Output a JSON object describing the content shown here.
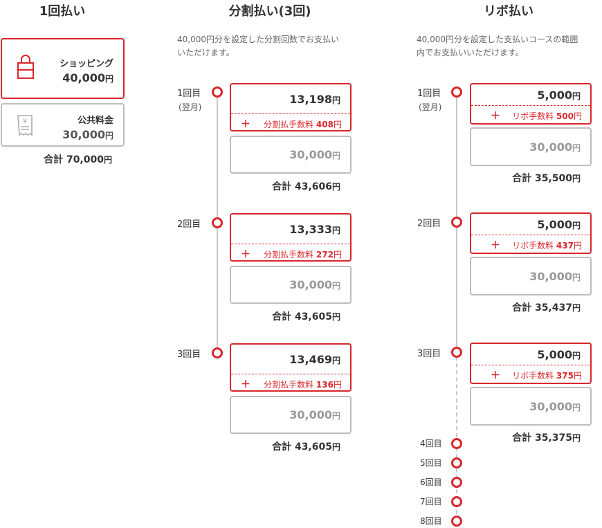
{
  "headers": {
    "col1": "1回払い",
    "col2": "分割払い(3回)",
    "col3": "リボ払い"
  },
  "yen": "円",
  "lump": {
    "shopping": {
      "label": "ショッピング",
      "amount": "40,000",
      "icon": "shopping-bag-icon"
    },
    "utility": {
      "label": "公共料金",
      "amount": "30,000",
      "icon": "yen-receipt-icon"
    },
    "total_label": "合計",
    "total": "70,000"
  },
  "installment": {
    "description_line1": "40,000円分を設定した分割回数でお支払い",
    "description_line2": "いただけます。",
    "fee_label": "分割払手数料",
    "plus": "＋",
    "total_label": "合計",
    "payments": [
      {
        "label": "1回目",
        "sub": "(翌月)",
        "amount": "13,198",
        "fee": "408",
        "other": "30,000",
        "total": "43,606"
      },
      {
        "label": "2回目",
        "sub": "",
        "amount": "13,333",
        "fee": "272",
        "other": "30,000",
        "total": "43,605"
      },
      {
        "label": "3回目",
        "sub": "",
        "amount": "13,469",
        "fee": "136",
        "other": "30,000",
        "total": "43,605"
      }
    ]
  },
  "revolving": {
    "description_line1": "40,000円分を設定した支払いコースの範囲",
    "description_line2": "内でお支払いいただけます。",
    "fee_label": "リボ手数料",
    "plus": "＋",
    "total_label": "合計",
    "payments": [
      {
        "label": "1回目",
        "sub": "(翌月)",
        "amount": "5,000",
        "fee": "500",
        "other": "30,000",
        "total": "35,500"
      },
      {
        "label": "2回目",
        "sub": "",
        "amount": "5,000",
        "fee": "437",
        "other": "30,000",
        "total": "35,437"
      },
      {
        "label": "3回目",
        "sub": "",
        "amount": "5,000",
        "fee": "375",
        "other": "30,000",
        "total": "35,375"
      }
    ],
    "more_labels": [
      "4回目",
      "5回目",
      "6回目",
      "7回目",
      "8回目"
    ]
  },
  "colors": {
    "accent": "#d8262c",
    "border_gray": "#bdbdbd",
    "line_gray": "#c8c8c8"
  }
}
